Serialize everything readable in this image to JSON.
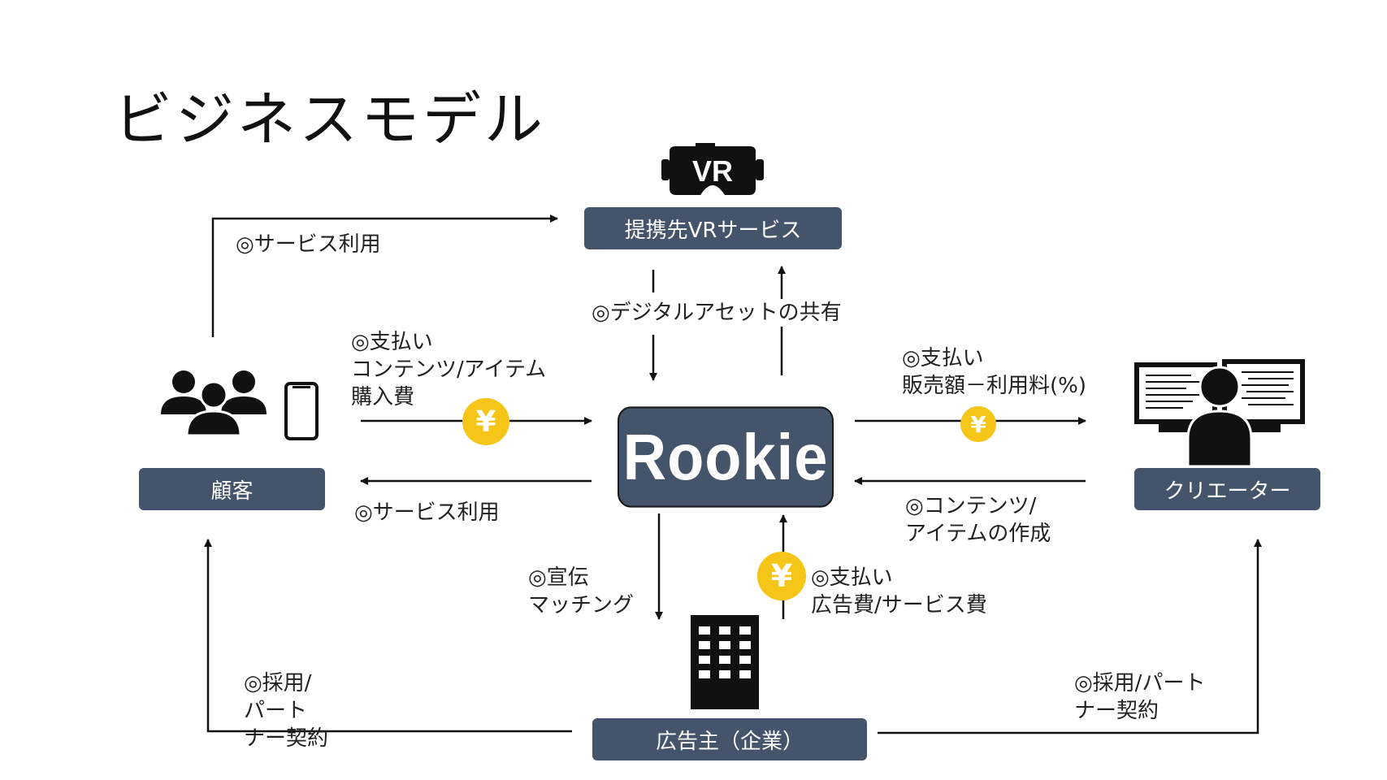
{
  "title": "ビジネスモデル",
  "nodes": {
    "vr_service": "提携先VRサービス",
    "customer": "顧客",
    "creator": "クリエーター",
    "advertiser": "広告主（企業）",
    "center": "Rookie"
  },
  "vr_icon_text": "VR",
  "labels": {
    "customer_to_vr": "◎サービス利用",
    "digital_asset": "◎デジタルアセットの共有",
    "customer_payment": "◎支払い\nコンテンツ/アイテム\n購入費",
    "rookie_to_customer": "◎サービス利用",
    "creator_payment": "◎支払い\n販売額－利用料(%)",
    "creator_content": "◎コンテンツ/\nアイテムの作成",
    "promotion": "◎宣伝\nマッチング",
    "ad_payment": "◎支払い\n広告費/サービス費",
    "hire_left": "◎採用/\nパート\nナー契約",
    "hire_right": "◎採用/パート\nナー契約"
  },
  "yen_symbol": "¥",
  "colors": {
    "box": "#44546a",
    "yen": "#f5c518",
    "line": "#111111"
  },
  "icons": [
    "vr-headset-icon",
    "people-icon",
    "smartphone-icon",
    "creator-workstation-icon",
    "office-building-icon"
  ]
}
